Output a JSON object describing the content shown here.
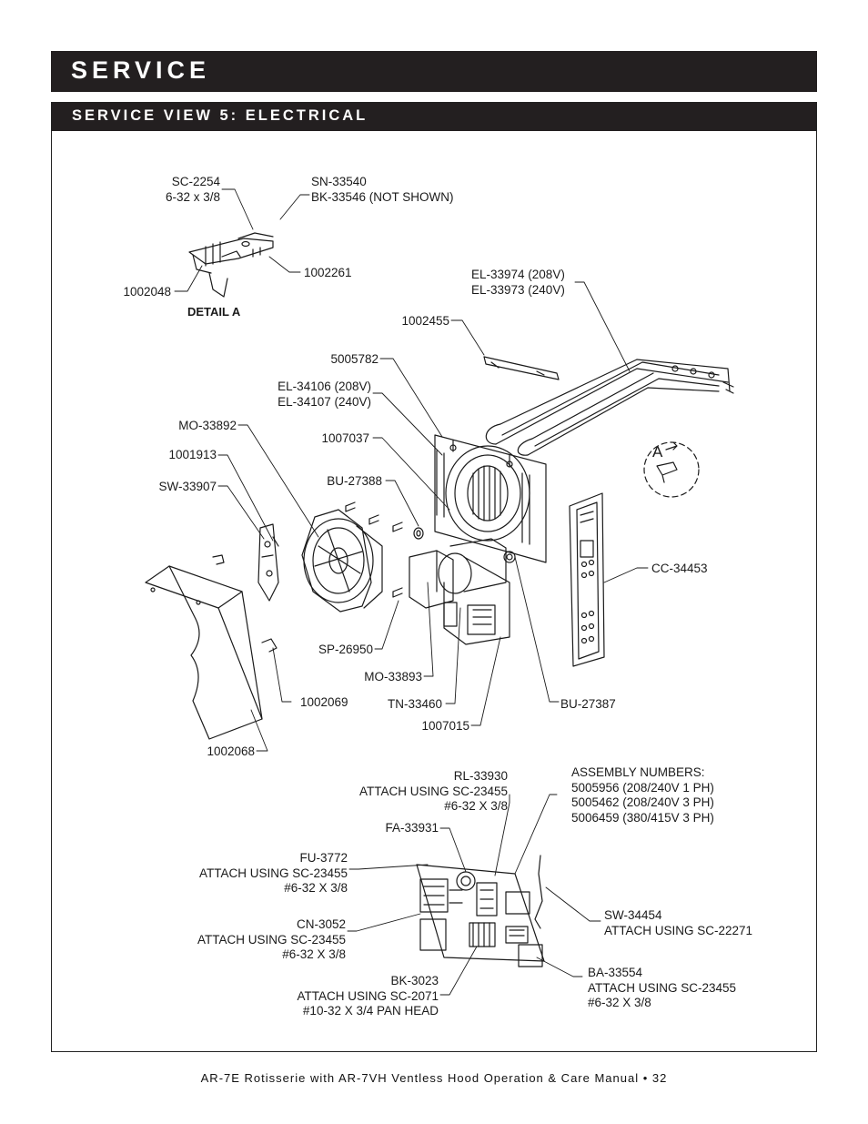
{
  "header": {
    "title": "SERVICE"
  },
  "section": {
    "title": "SERVICE VIEW 5: ELECTRICAL"
  },
  "detail_label": "DETAIL A",
  "detail_marker": "A",
  "labels": {
    "sc2254": [
      "SC-2254",
      "6-32 x 3/8"
    ],
    "sn33540": [
      "SN-33540",
      "BK-33546 (NOT SHOWN)"
    ],
    "p1002261": "1002261",
    "p1002048": "1002048",
    "el33974": [
      "EL-33974 (208V)",
      "EL-33973 (240V)"
    ],
    "p1002455": "1002455",
    "p5005782": "5005782",
    "el34106": [
      "EL-34106 (208V)",
      "EL-34107 (240V)"
    ],
    "mo33892": "MO-33892",
    "p1007037": "1007037",
    "p1001913": "1001913",
    "bu27388": "BU-27388",
    "sw33907": "SW-33907",
    "cc34453": "CC-34453",
    "sp26950": "SP-26950",
    "mo33893": "MO-33893",
    "p1002069": "1002069",
    "tn33460": "TN-33460",
    "bu27387": "BU-27387",
    "p1007015": "1007015",
    "p1002068": "1002068",
    "rl33930": [
      "RL-33930",
      "ATTACH USING SC-23455",
      "#6-32 X 3/8"
    ],
    "assembly": [
      "ASSEMBLY NUMBERS:",
      "5005956 (208/240V 1 PH)",
      "5005462 (208/240V 3 PH)",
      "5006459 (380/415V 3 PH)"
    ],
    "fa33931": "FA-33931",
    "fu3772": [
      "FU-3772",
      "ATTACH USING SC-23455",
      "#6-32 X 3/8"
    ],
    "sw34454": [
      "SW-34454",
      "ATTACH USING SC-22271"
    ],
    "cn3052": [
      "CN-3052",
      "ATTACH USING SC-23455",
      "#6-32 X 3/8"
    ],
    "ba33554": [
      "BA-33554",
      "ATTACH USING SC-23455",
      "#6-32 X 3/8"
    ],
    "bk3023": [
      "BK-3023",
      "ATTACH USING SC-2071",
      "#10-32 X 3/4 PAN HEAD"
    ]
  },
  "footer": {
    "text": "AR-7E Rotisserie with AR-7VH Ventless Hood Operation & Care Manual • 32"
  }
}
